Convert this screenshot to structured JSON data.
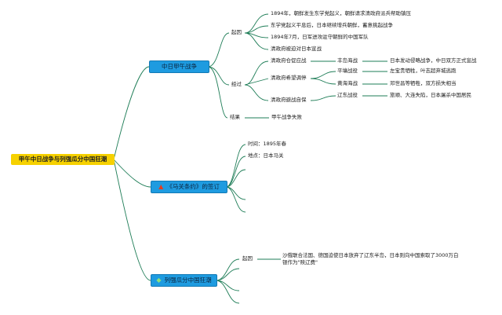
{
  "root": {
    "label": "甲午中日战争与列强瓜分中国狂潮"
  },
  "colors": {
    "root_bg": "#f6d100",
    "topic_bg": "#1e9be0",
    "line": "#1e7d57"
  },
  "topic1": {
    "label": "中日甲午战争",
    "cause": {
      "label": "起因",
      "items": [
        "1894年，朝鲜发生东学党起义，朝鲜请求清政府派兵帮助镇压",
        "东学党起义平息后，日本继续增兵朝鲜，蓄意挑起战争",
        "1894年7月，日军进攻驻守朝鲜的中国军队",
        "清政府被迫对日本宣战"
      ]
    },
    "process": {
      "label": "经过",
      "phases": [
        {
          "label": "清政府仓促应战",
          "battles": [
            {
              "label": "丰岛海战",
              "detail": "日本发动侵略战争，中日双方正式宣战"
            }
          ]
        },
        {
          "label": "清政府希望调停",
          "battles": [
            {
              "label": "平壤战役",
              "detail": "左宝贵牺牲，叶志超弃城逃跑"
            },
            {
              "label": "黄海海战",
              "detail": "邓世昌等牺牲，双方损失相当"
            }
          ]
        },
        {
          "label": "清政府避战自保",
          "battles": [
            {
              "label": "辽东战役",
              "detail": "旅顺、大连失陷，日本屠杀中国居民"
            }
          ]
        }
      ]
    },
    "result": {
      "label": "结果",
      "value": "甲午战争失败"
    }
  },
  "topic2": {
    "label": "《马关条约》的签订",
    "icon": "flame-icon",
    "items": [
      "时间：1895年春",
      "地点：日本马关"
    ]
  },
  "topic3": {
    "label": "列强瓜分中国狂潮",
    "icon": "gem-icon",
    "cause": {
      "label": "起因",
      "text": "沙俄联合法国、德国迫使日本放弃了辽东半岛，日本则向中国索取了3000万白银作为\"赎辽费\""
    }
  }
}
